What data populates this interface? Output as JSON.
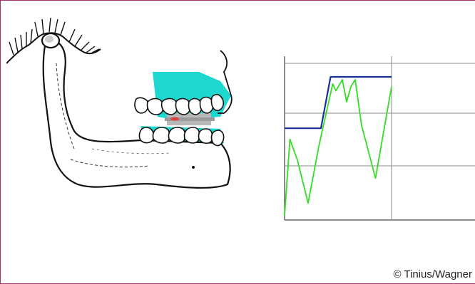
{
  "credit": "© Tinius/Wagner",
  "colors": {
    "frame": "#a8336a",
    "teeth_fill": "#1ed7cf",
    "step_line": "#1a2e9a",
    "signal_line": "#33dd22",
    "grid": "#888888"
  },
  "chart_data": {
    "type": "line",
    "title": "",
    "xlabel": "",
    "ylabel": "",
    "grid": true,
    "xlim": [
      0,
      1
    ],
    "ylim": [
      0,
      1
    ],
    "series": [
      {
        "x": [
          0,
          0.34,
          0.43,
          1.0
        ],
        "y": [
          0.63,
          0.63,
          1.0,
          1.0
        ],
        "color": "#1a2e9a"
      },
      {
        "x": [
          0,
          0.05,
          0.12,
          0.22,
          0.32,
          0.45,
          0.48,
          0.54,
          0.58,
          0.62,
          0.66,
          0.72,
          0.85,
          1.0
        ],
        "y": [
          0.0,
          0.55,
          0.4,
          0.09,
          0.5,
          0.95,
          0.9,
          0.98,
          0.82,
          0.93,
          0.98,
          0.65,
          0.27,
          0.93
        ],
        "color": "#33dd22"
      }
    ]
  }
}
